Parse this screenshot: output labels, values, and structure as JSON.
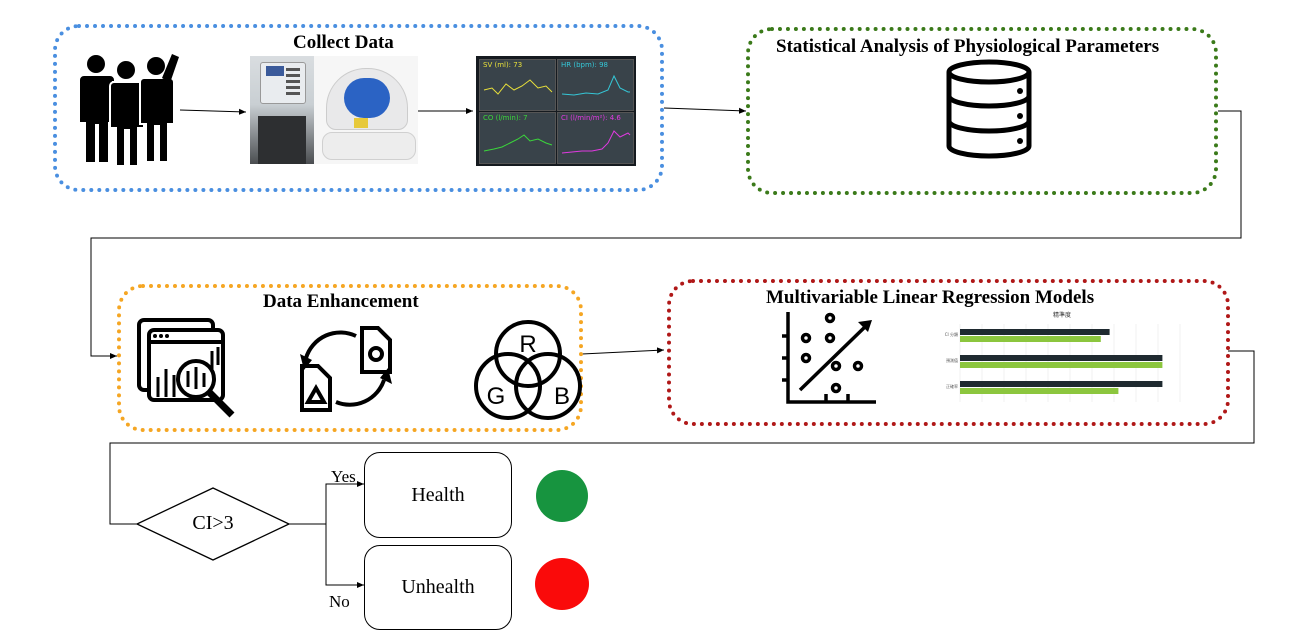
{
  "groups": {
    "collect": {
      "title": "Collect Data",
      "color": "#4a8fe0"
    },
    "stats": {
      "title": "Statistical Analysis of Physiological Parameters",
      "color": "#3b7a1a"
    },
    "enhance": {
      "title": "Data Enhancement",
      "color": "#f5a623"
    },
    "regression": {
      "title": "Multivariable Linear Regression Models",
      "color": "#b01818"
    }
  },
  "monitor": {
    "panels": [
      {
        "label": "SV (ml): 73",
        "color": "#e8e03a"
      },
      {
        "label": "HR (bpm): 98",
        "color": "#35c6d6"
      },
      {
        "label": "CO (l/min): 7",
        "color": "#3bd63b"
      },
      {
        "label": "CI (l/min/m²): 4.6",
        "color": "#e03ae0"
      }
    ]
  },
  "rgb_letters": {
    "r": "R",
    "g": "G",
    "b": "B"
  },
  "mini_chart": {
    "title": "精準度",
    "categories": [
      "CI 分類",
      "預測值",
      "正確率"
    ],
    "series_colors": [
      "#1f2a30",
      "#8cc63e"
    ],
    "values": [
      [
        0.68,
        0.64
      ],
      [
        0.92,
        0.92
      ],
      [
        0.92,
        0.72
      ]
    ]
  },
  "decision": {
    "condition": "CI>3",
    "yes_label": "Yes",
    "no_label": "No",
    "health_label": "Health",
    "unhealth_label": "Unhealth",
    "health_color": "#17943f",
    "unhealth_color": "#fa0a0a"
  }
}
